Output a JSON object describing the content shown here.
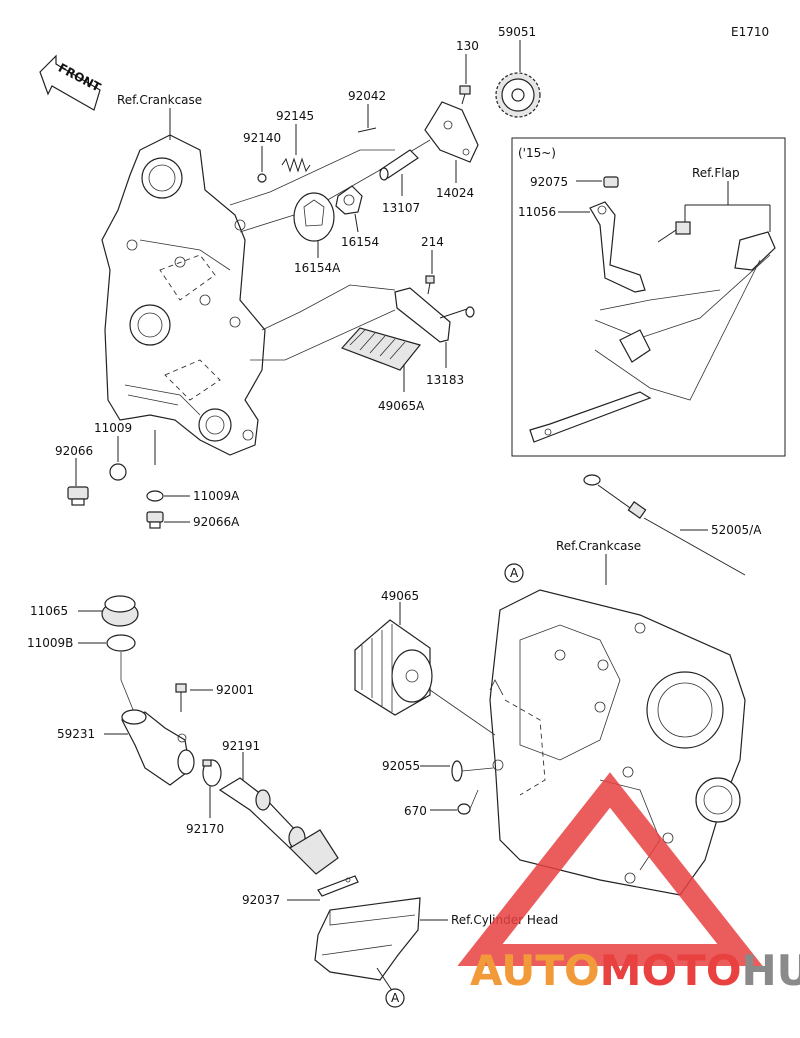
{
  "diagram_id": "E1710",
  "front_label": "FRONT",
  "refs": {
    "crankcase_top": "Ref.Crankcase",
    "crankcase_bottom": "Ref.Crankcase",
    "flap": "Ref.Flap",
    "cylinder_head": "Ref.Cylinder Head"
  },
  "inset_label": "('15~)",
  "circle_marker": "A",
  "parts": {
    "p130": "130",
    "p59051": "59051",
    "p92042": "92042",
    "p92145": "92145",
    "p92140": "92140",
    "p14024": "14024",
    "p13107": "13107",
    "p16154": "16154",
    "p16154A": "16154A",
    "p214": "214",
    "p13183": "13183",
    "p49065A": "49065A",
    "p11009": "11009",
    "p92066": "92066",
    "p11009A": "11009A",
    "p92066A": "92066A",
    "p92075": "92075",
    "p11056": "11056",
    "p52005A": "52005/A",
    "p11065": "11065",
    "p11009B": "11009B",
    "p49065": "49065",
    "p92001": "92001",
    "p59231": "59231",
    "p92191": "92191",
    "p92055": "92055",
    "p670": "670",
    "p92170": "92170",
    "p92037": "92037"
  },
  "watermark": {
    "part1": "AUTO",
    "part2": "MOTO",
    "part3": "HUB",
    "color_orange": "#f29a3a",
    "color_red": "#e8413f",
    "color_gray": "#8a8a8a"
  }
}
